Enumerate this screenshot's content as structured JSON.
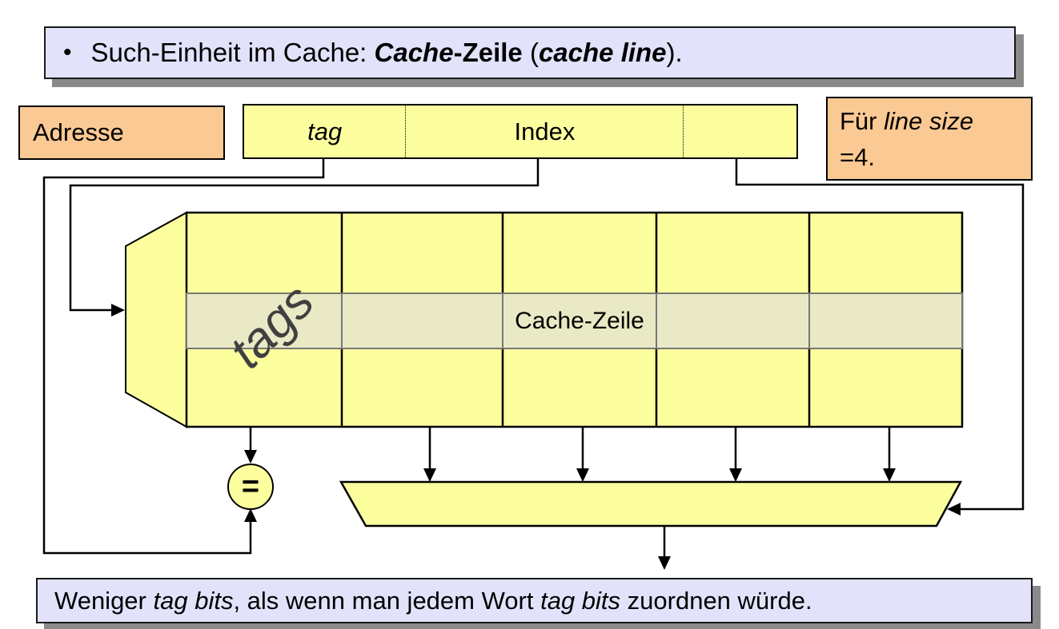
{
  "title": {
    "bullet": "•",
    "segments": [
      {
        "t": "Such-Einheit im Cache: "
      },
      {
        "t": "Cache",
        "s": "bi"
      },
      {
        "t": "-Zeile",
        "s": "b"
      },
      {
        "t": " ("
      },
      {
        "t": "cache line",
        "s": "bi"
      },
      {
        "t": ")."
      }
    ]
  },
  "address": {
    "label": "Adresse",
    "fields": {
      "tag": "tag",
      "index": "Index",
      "offset": ""
    }
  },
  "line_size_note": {
    "line1": [
      {
        "t": "Für "
      },
      {
        "t": "line size",
        "s": "i"
      }
    ],
    "line2": "=4."
  },
  "cache": {
    "row_label": "Cache-Zeile",
    "tags_label": "tags",
    "columns": 5,
    "rows": 3
  },
  "comparator": {
    "symbol": "="
  },
  "footer": {
    "segments": [
      {
        "t": "Weniger "
      },
      {
        "t": "tag bits",
        "s": "i"
      },
      {
        "t": ", als wenn man jedem Wort "
      },
      {
        "t": "tag bits",
        "s": "i"
      },
      {
        "t": " zuordnen würde."
      }
    ]
  },
  "colors": {
    "c-lavender": "#e2e2fb",
    "c-orange": "#fbc993",
    "c-yellow": "#fdff9f",
    "c-khaki": "#e9e9c5",
    "c-shadow": "#8a8a8a",
    "c-rowborder": "#777777",
    "c-tags": "#404040"
  }
}
